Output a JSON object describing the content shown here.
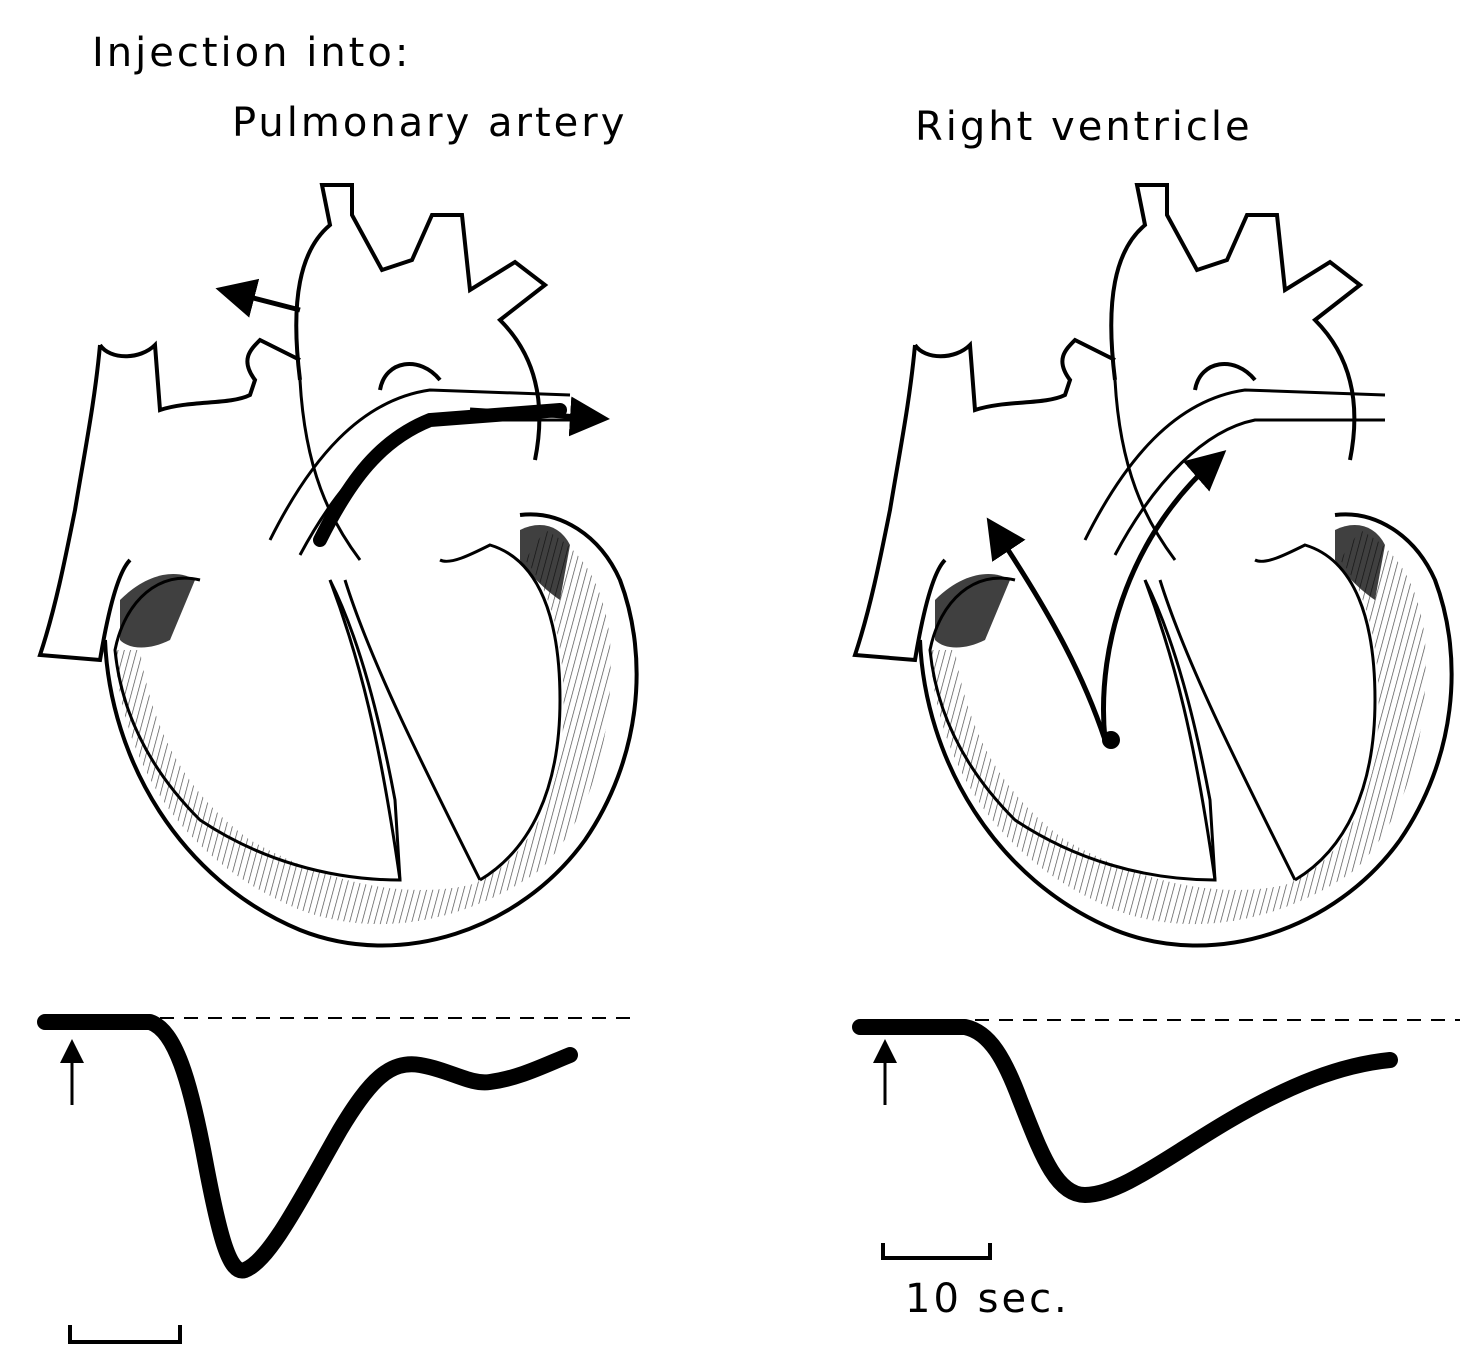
{
  "heading": "Injection into:",
  "panels": [
    {
      "label": "Pulmonary artery"
    },
    {
      "label": "Right ventricle"
    }
  ],
  "scale_bar": {
    "label": "10 sec."
  }
}
